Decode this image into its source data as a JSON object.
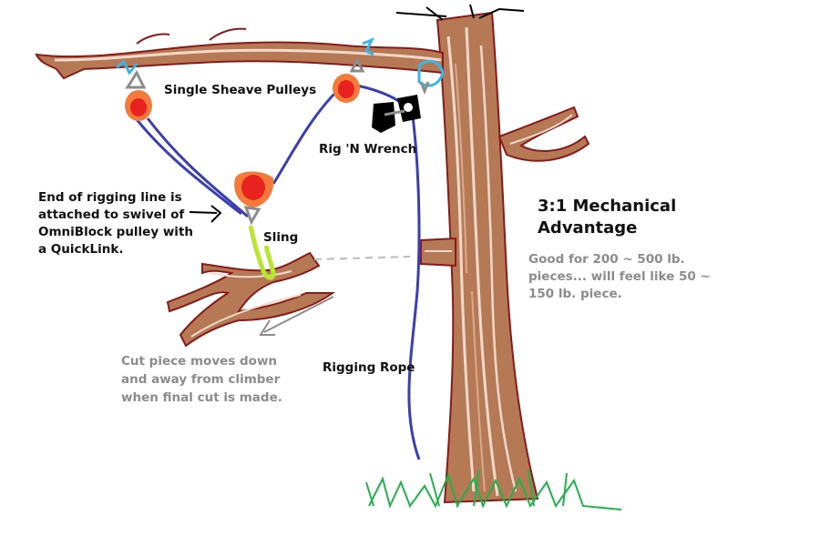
{
  "labels": {
    "pulleys": "Single Sheave Pulleys",
    "rig_n_wrench": "Rig 'N Wrench",
    "end_of_line": "End of rigging line is attached to swivel of OmniBlock pulley with a QuickLink.",
    "sling": "Sling",
    "mechanical_advantage": "3:1 Mechanical Advantage",
    "good_for": "Good for 200 ~ 500 lb. pieces... will feel like 50 ~ 150 lb. piece.",
    "cut_piece": "Cut piece moves down and away from climber when final cut is made.",
    "rigging_rope": "Rigging Rope"
  },
  "colors": {
    "bark": "#b57a55",
    "bark_highlight": "#f3d9cc",
    "bark_outline": "#8a1a1a",
    "rope": "#3b3fb3",
    "pulley_outer": "#f37a3a",
    "pulley_inner": "#e8231f",
    "carabiner": "#3ab5e6",
    "shackle": "#8c8c8c",
    "sling": "#b8e632",
    "grass": "#22b14c",
    "rig_n_wrench": "#000000",
    "annotation_gray": "#8c8c8c"
  }
}
